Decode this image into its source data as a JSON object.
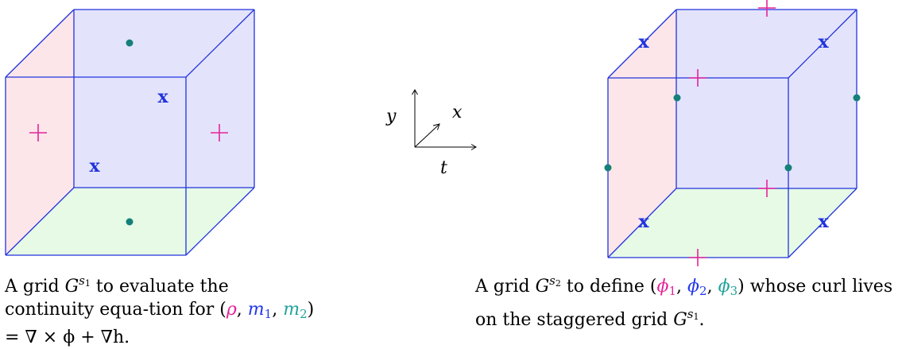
{
  "colors": {
    "edge": "#2233dd",
    "face_back": "#e3e4fc",
    "face_left": "#fce6ea",
    "face_bottom": "#e6fae6",
    "dot": "#15807a",
    "plus": "#e5249a",
    "cross": "#2233dd",
    "axes": "#000000"
  },
  "symbols": {
    "cross": "x",
    "plus": "+"
  },
  "axes": {
    "y_label": "y",
    "x_label": "x",
    "t_label": "t"
  },
  "captions": {
    "left": {
      "intro": "A grid ",
      "G": "G",
      "sup_s": "s",
      "sup_sub": "1",
      "mid": " to evaluate the continuity equa-tion for (",
      "rho": "ρ",
      "comma1": ", ",
      "m": "m",
      "m1_sub": "1",
      "comma2": ", ",
      "m2": "m",
      "m2_sub": "2",
      "tail": ") = ∇ × ϕ + ∇h."
    },
    "right": {
      "intro": "A grid ",
      "G": "G",
      "sup_s": "s",
      "sup_sub": "2",
      "mid": " to define (",
      "phi1": "ϕ",
      "phi1_sub": "1",
      "comma1": ", ",
      "phi2": "ϕ",
      "phi2_sub": "2",
      "comma2": ", ",
      "phi3": "ϕ",
      "phi3_sub": "3",
      "tail": ") whose curl lives on the staggered grid ",
      "G2": "G",
      "sup2_s": "s",
      "sup2_sub": "1",
      "end": "."
    }
  }
}
